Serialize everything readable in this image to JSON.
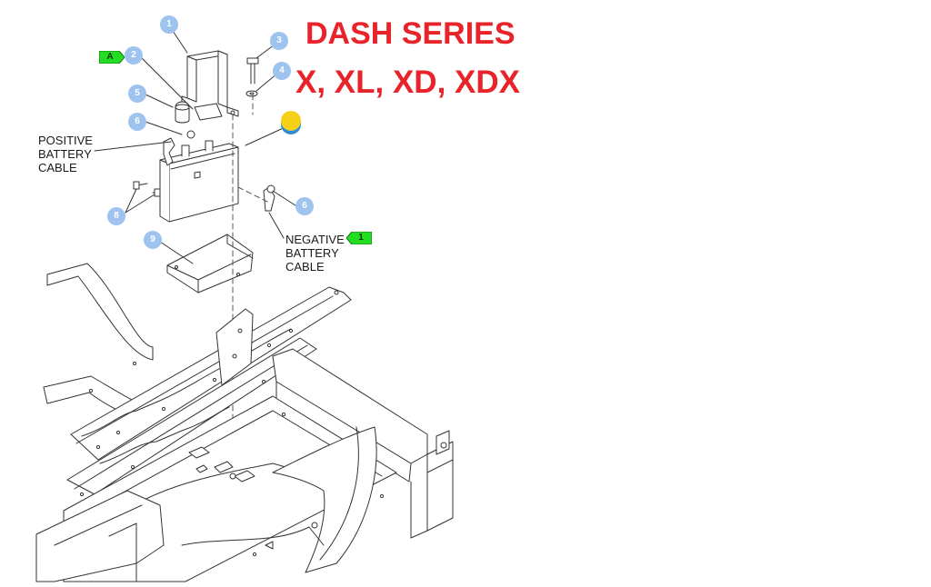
{
  "title": {
    "line1": "DASH SERIES",
    "line2": "X, XL, XD, XDX"
  },
  "labels": {
    "positive_cable": [
      "POSITIVE",
      "BATTERY",
      "CABLE"
    ],
    "negative_cable": [
      "NEGATIVE",
      "BATTERY",
      "CABLE"
    ]
  },
  "callouts": [
    "1",
    "2",
    "3",
    "4",
    "5",
    "6",
    "6",
    "8",
    "9"
  ],
  "flags": {
    "a": "A",
    "one": "1"
  },
  "colors": {
    "title": "#e8232a",
    "callout": "#9fc3ef",
    "flag": "#22dd22",
    "line": "#333333",
    "marker_yellow": "#f5d018",
    "marker_blue": "#2a8fd6"
  }
}
